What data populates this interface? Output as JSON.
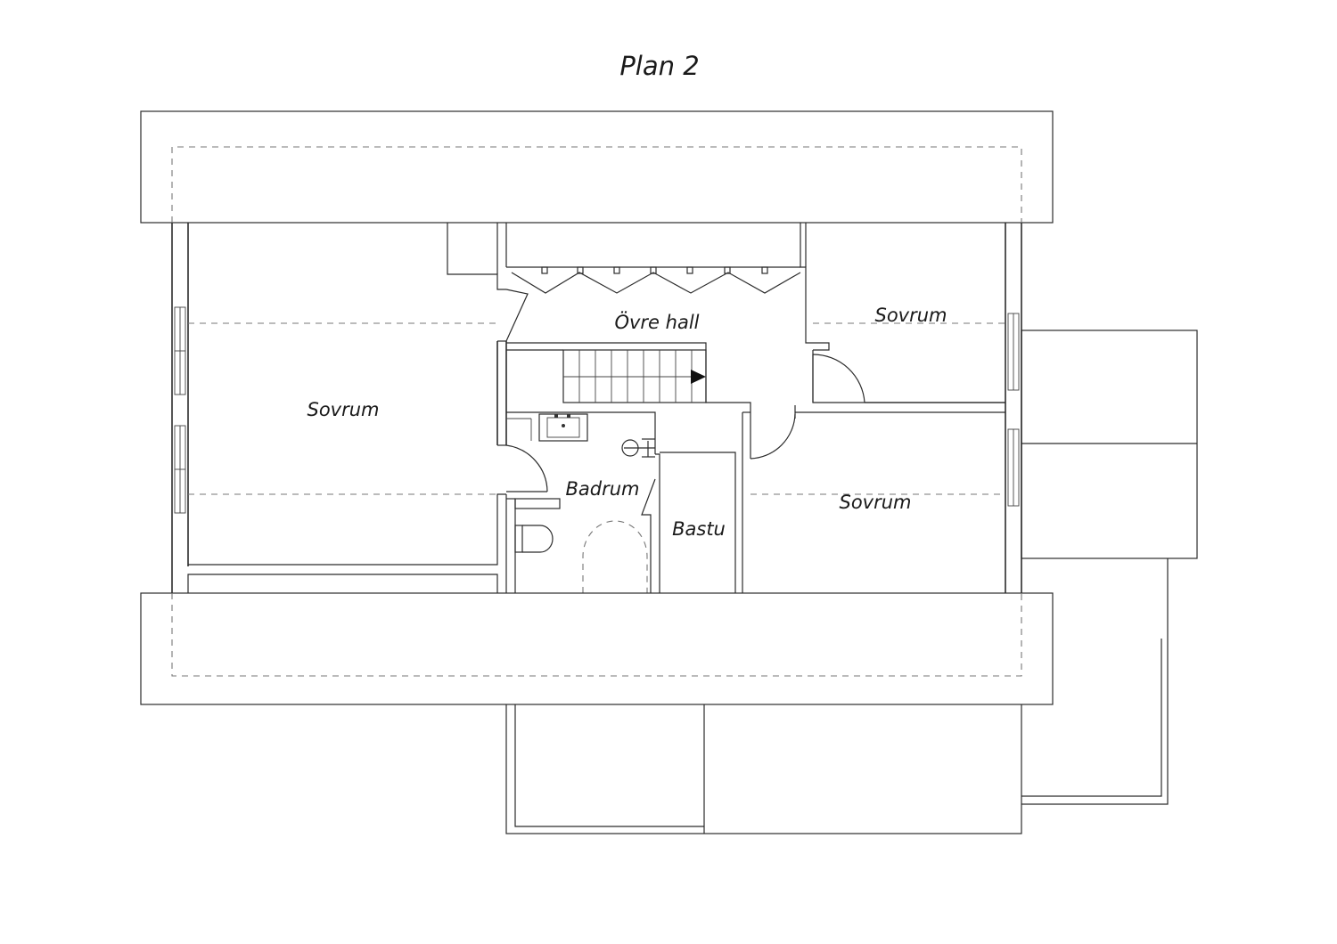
{
  "plan": {
    "title": "Plan 2",
    "rooms": {
      "bedroom_west": "Sovrum",
      "upper_hall": "Övre hall",
      "bedroom_northeast": "Sovrum",
      "bathroom": "Badrum",
      "sauna": "Bastu",
      "bedroom_southeast": "Sovrum"
    }
  }
}
